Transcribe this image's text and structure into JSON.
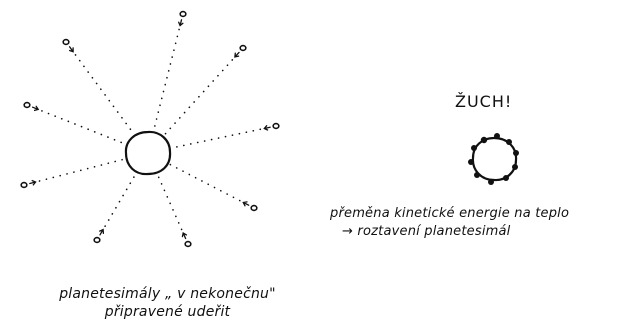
{
  "left_panel": {
    "caption_line1": "planetesimály „ v nekonečnu\"",
    "caption_line2": "připravené udeřit"
  },
  "right_panel": {
    "impact_label": "ŽUCH!",
    "caption_line1": "přeměna kinetické energie na teplo",
    "caption_line2": "→ roztavení planetesimál"
  },
  "colors": {
    "ink": "#111111",
    "background": "#ffffff"
  }
}
